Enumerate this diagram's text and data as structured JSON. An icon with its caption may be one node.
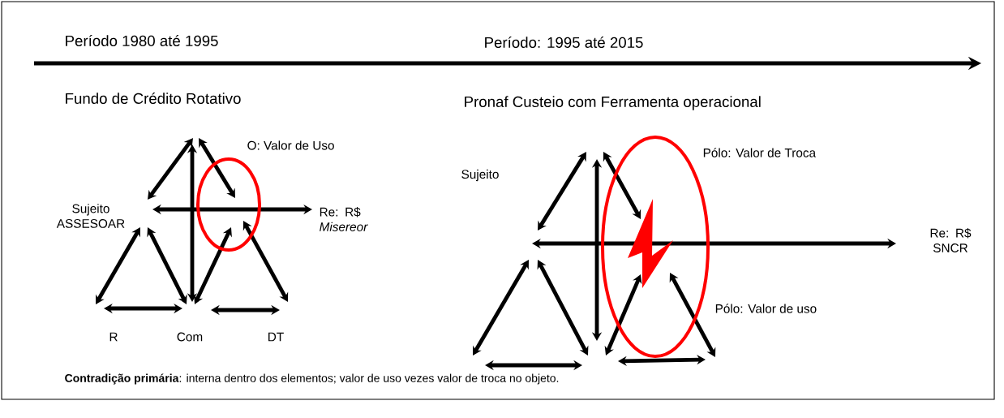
{
  "diagram": {
    "nodes": [
      {
        "text": [],
        "shape": "ellipse"
      },
      {
        "text": [],
        "shape": "ellipse"
      },
      {
        "text": [],
        "shape": "lightning",
        "in": 1
      }
    ],
    "labels": [
      "Período 1980 até 1995",
      "Período: 1995 até 2015",
      "Fundo de Crédito Rotativo",
      "Pronaf Custeio com Ferramenta  operacional",
      "O: Valor de Uso",
      "Sujeito ASSESOAR",
      "Re: R$ *Misereor*",
      "R",
      "Com",
      "DT",
      "Pólo: Valor de Troca",
      "Sujeito",
      "Re: R$ SNCR",
      "Pólo: Valor de uso",
      "**Contradição primária**: interna dentro dos elementos; valor de uso vezes valor de troca no objeto."
    ]
  }
}
